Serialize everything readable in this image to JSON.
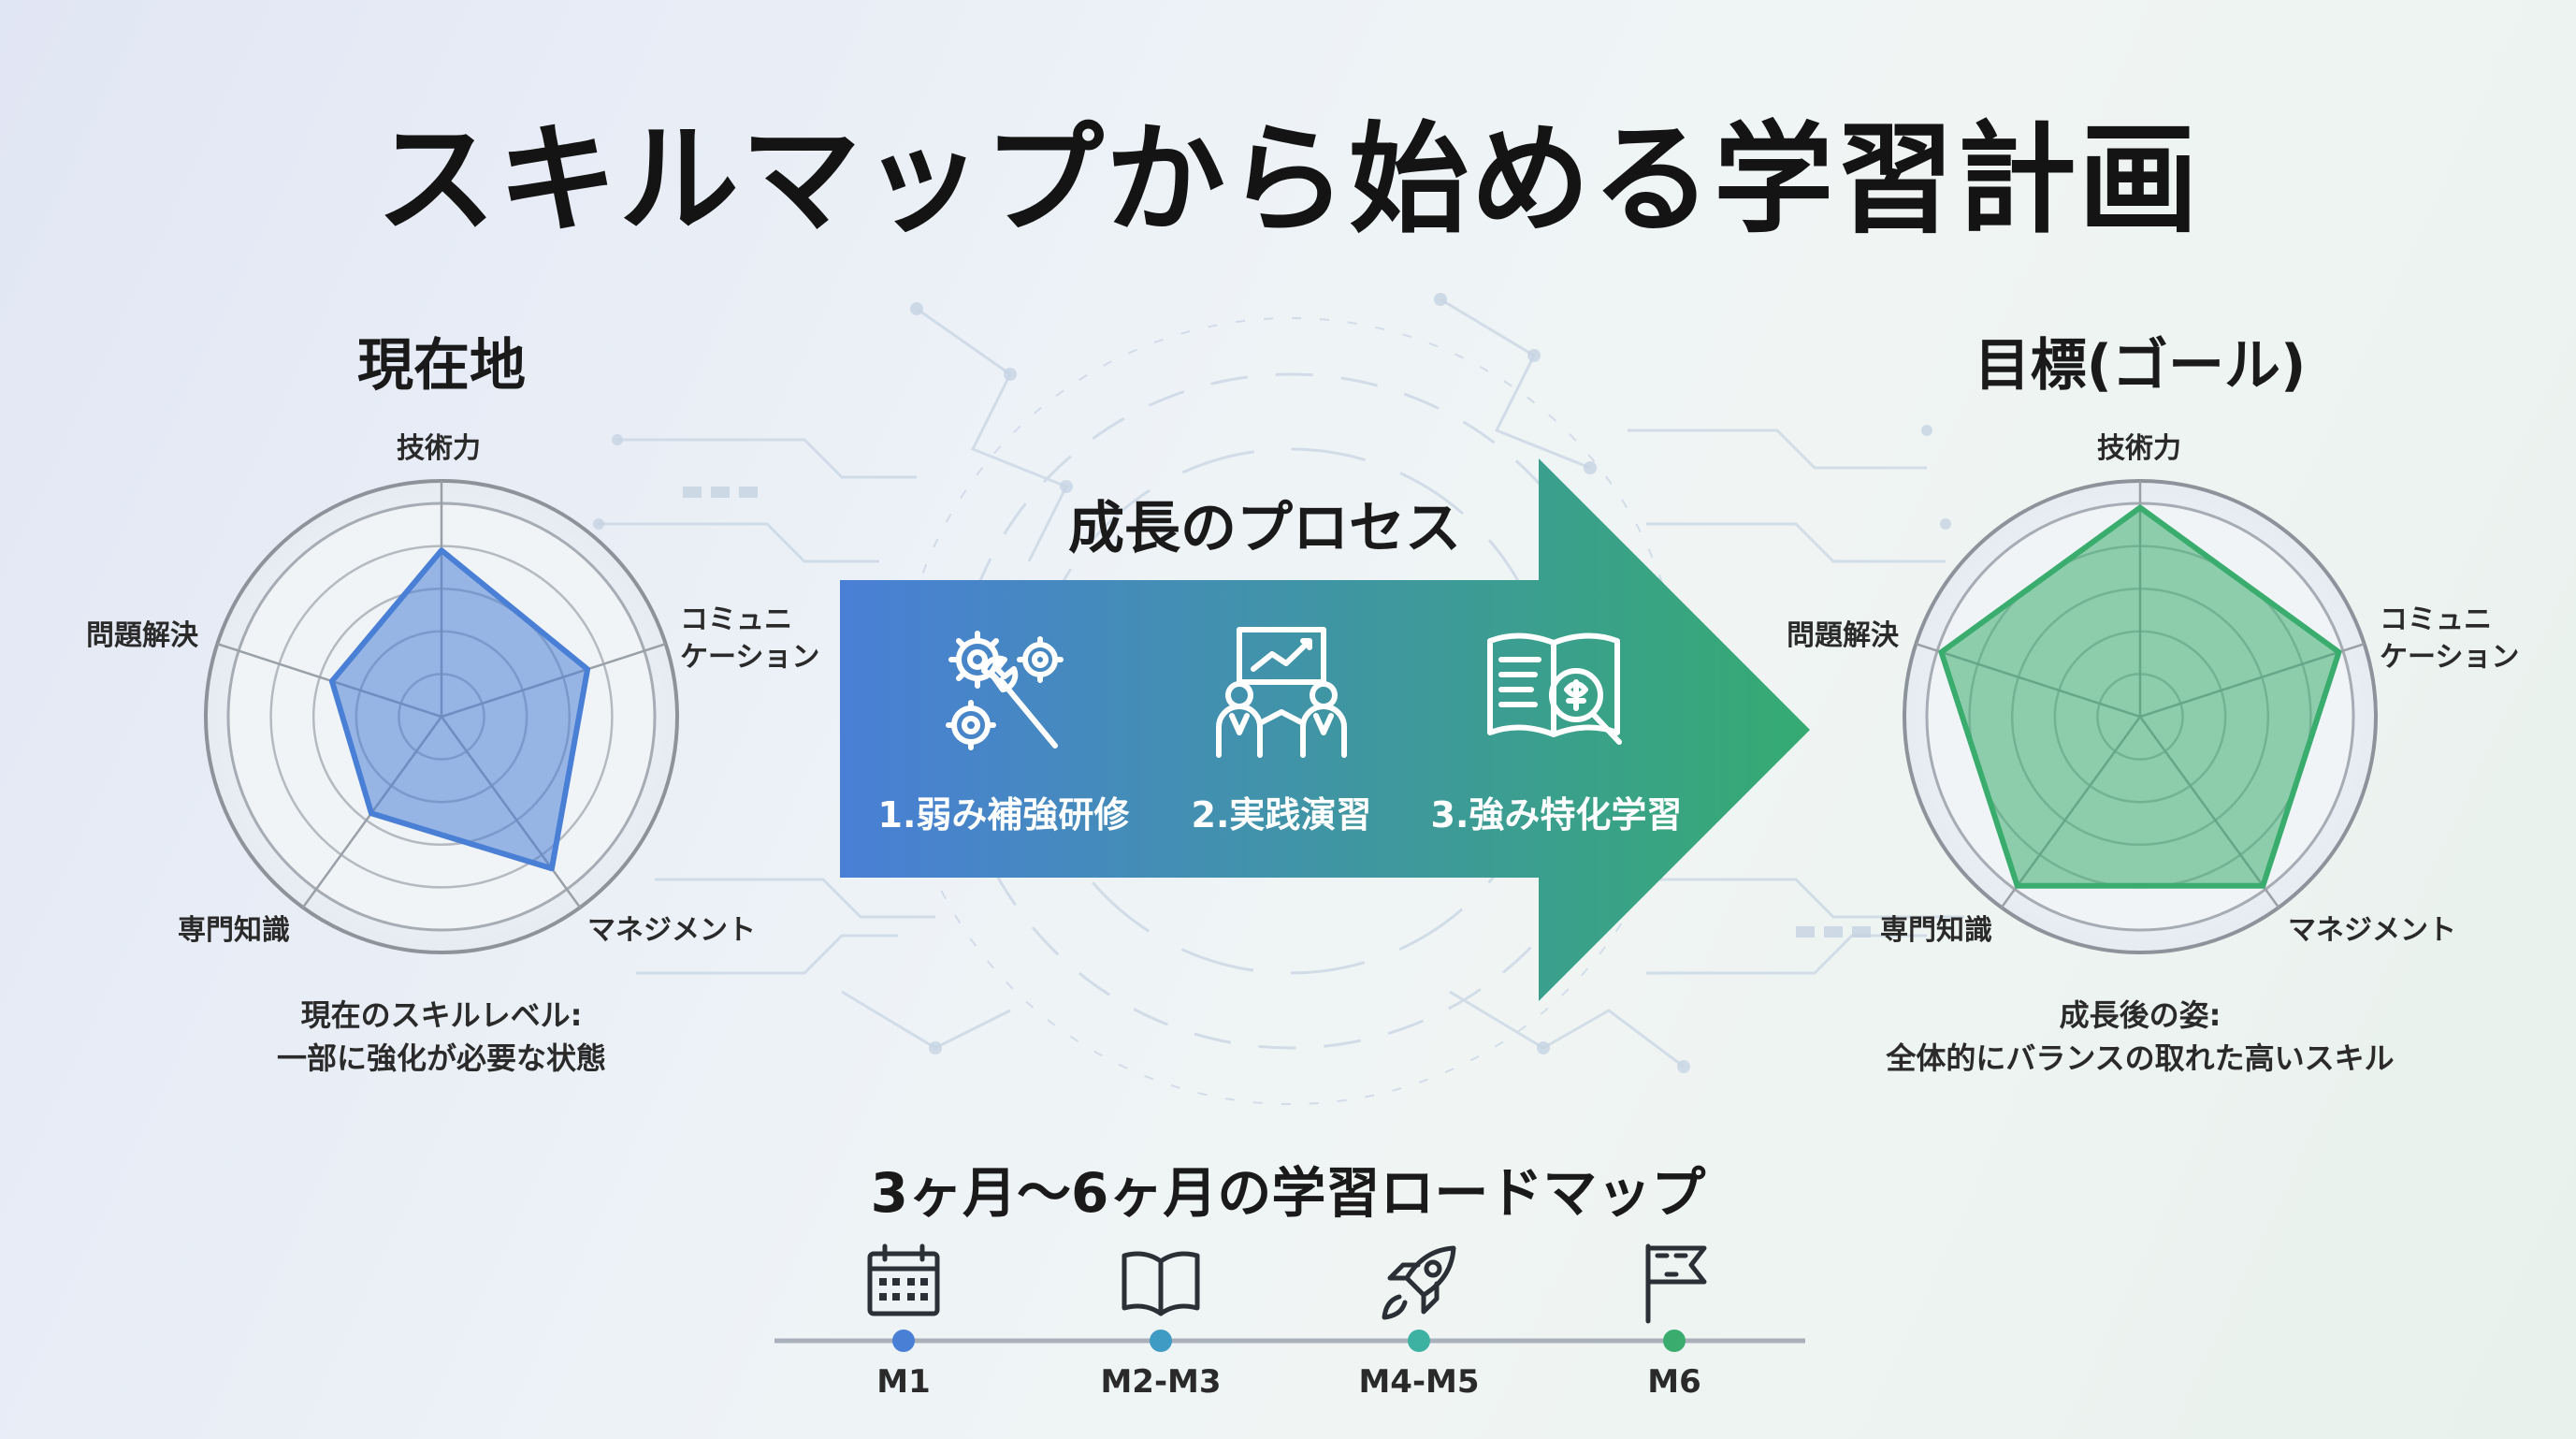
{
  "title": "スキルマップから始める学習計画",
  "current": {
    "heading": "現在地",
    "axes": [
      "技術力",
      "コミュニケーション",
      "マネジメント",
      "専門知識",
      "問題解決"
    ],
    "axis_display": {
      "technical": "技術力",
      "communication_line1": "コミュニ",
      "communication_line2": "ケーション",
      "management": "マネジメント",
      "expertise": "専門知識",
      "problem_solving": "問題解決"
    },
    "levels": [
      0.78,
      0.72,
      0.88,
      0.56,
      0.54
    ],
    "color": "#4a7fd6",
    "caption_line1": "現在のスキルレベル:",
    "caption_line2": "一部に強化が必要な状態"
  },
  "goal": {
    "heading": "目標(ゴール)",
    "axes": [
      "技術力",
      "コミュニケーション",
      "マネジメント",
      "専門知識",
      "問題解決"
    ],
    "axis_display": {
      "technical": "技術力",
      "communication_line1": "コミュニ",
      "communication_line2": "ケーション",
      "management": "マネジメント",
      "expertise": "専門知識",
      "problem_solving": "問題解決"
    },
    "levels": [
      0.98,
      0.98,
      0.98,
      0.98,
      0.98
    ],
    "color": "#3aad6e",
    "caption_line1": "成長後の姿:",
    "caption_line2": "全体的にバランスの取れた高いスキル"
  },
  "process": {
    "title": "成長のプロセス",
    "steps": [
      {
        "label": "1.弱み補強研修",
        "icon": "gears-wrench-icon"
      },
      {
        "label": "2.実践演習",
        "icon": "team-whiteboard-icon"
      },
      {
        "label": "3.強み特化学習",
        "icon": "book-magnifier-brain-icon"
      }
    ],
    "gradient_start": "#4a7fd6",
    "gradient_end": "#35ab72"
  },
  "roadmap": {
    "title": "3ヶ月〜6ヶ月の学習ロードマップ",
    "milestones": [
      {
        "label": "M1",
        "icon": "calendar-icon",
        "color": "#4a7fd6"
      },
      {
        "label": "M2-M3",
        "icon": "open-book-icon",
        "color": "#3f9bc4"
      },
      {
        "label": "M4-M5",
        "icon": "rocket-icon",
        "color": "#3db2a2"
      },
      {
        "label": "M6",
        "icon": "flag-icon",
        "color": "#3aad6e"
      }
    ]
  }
}
